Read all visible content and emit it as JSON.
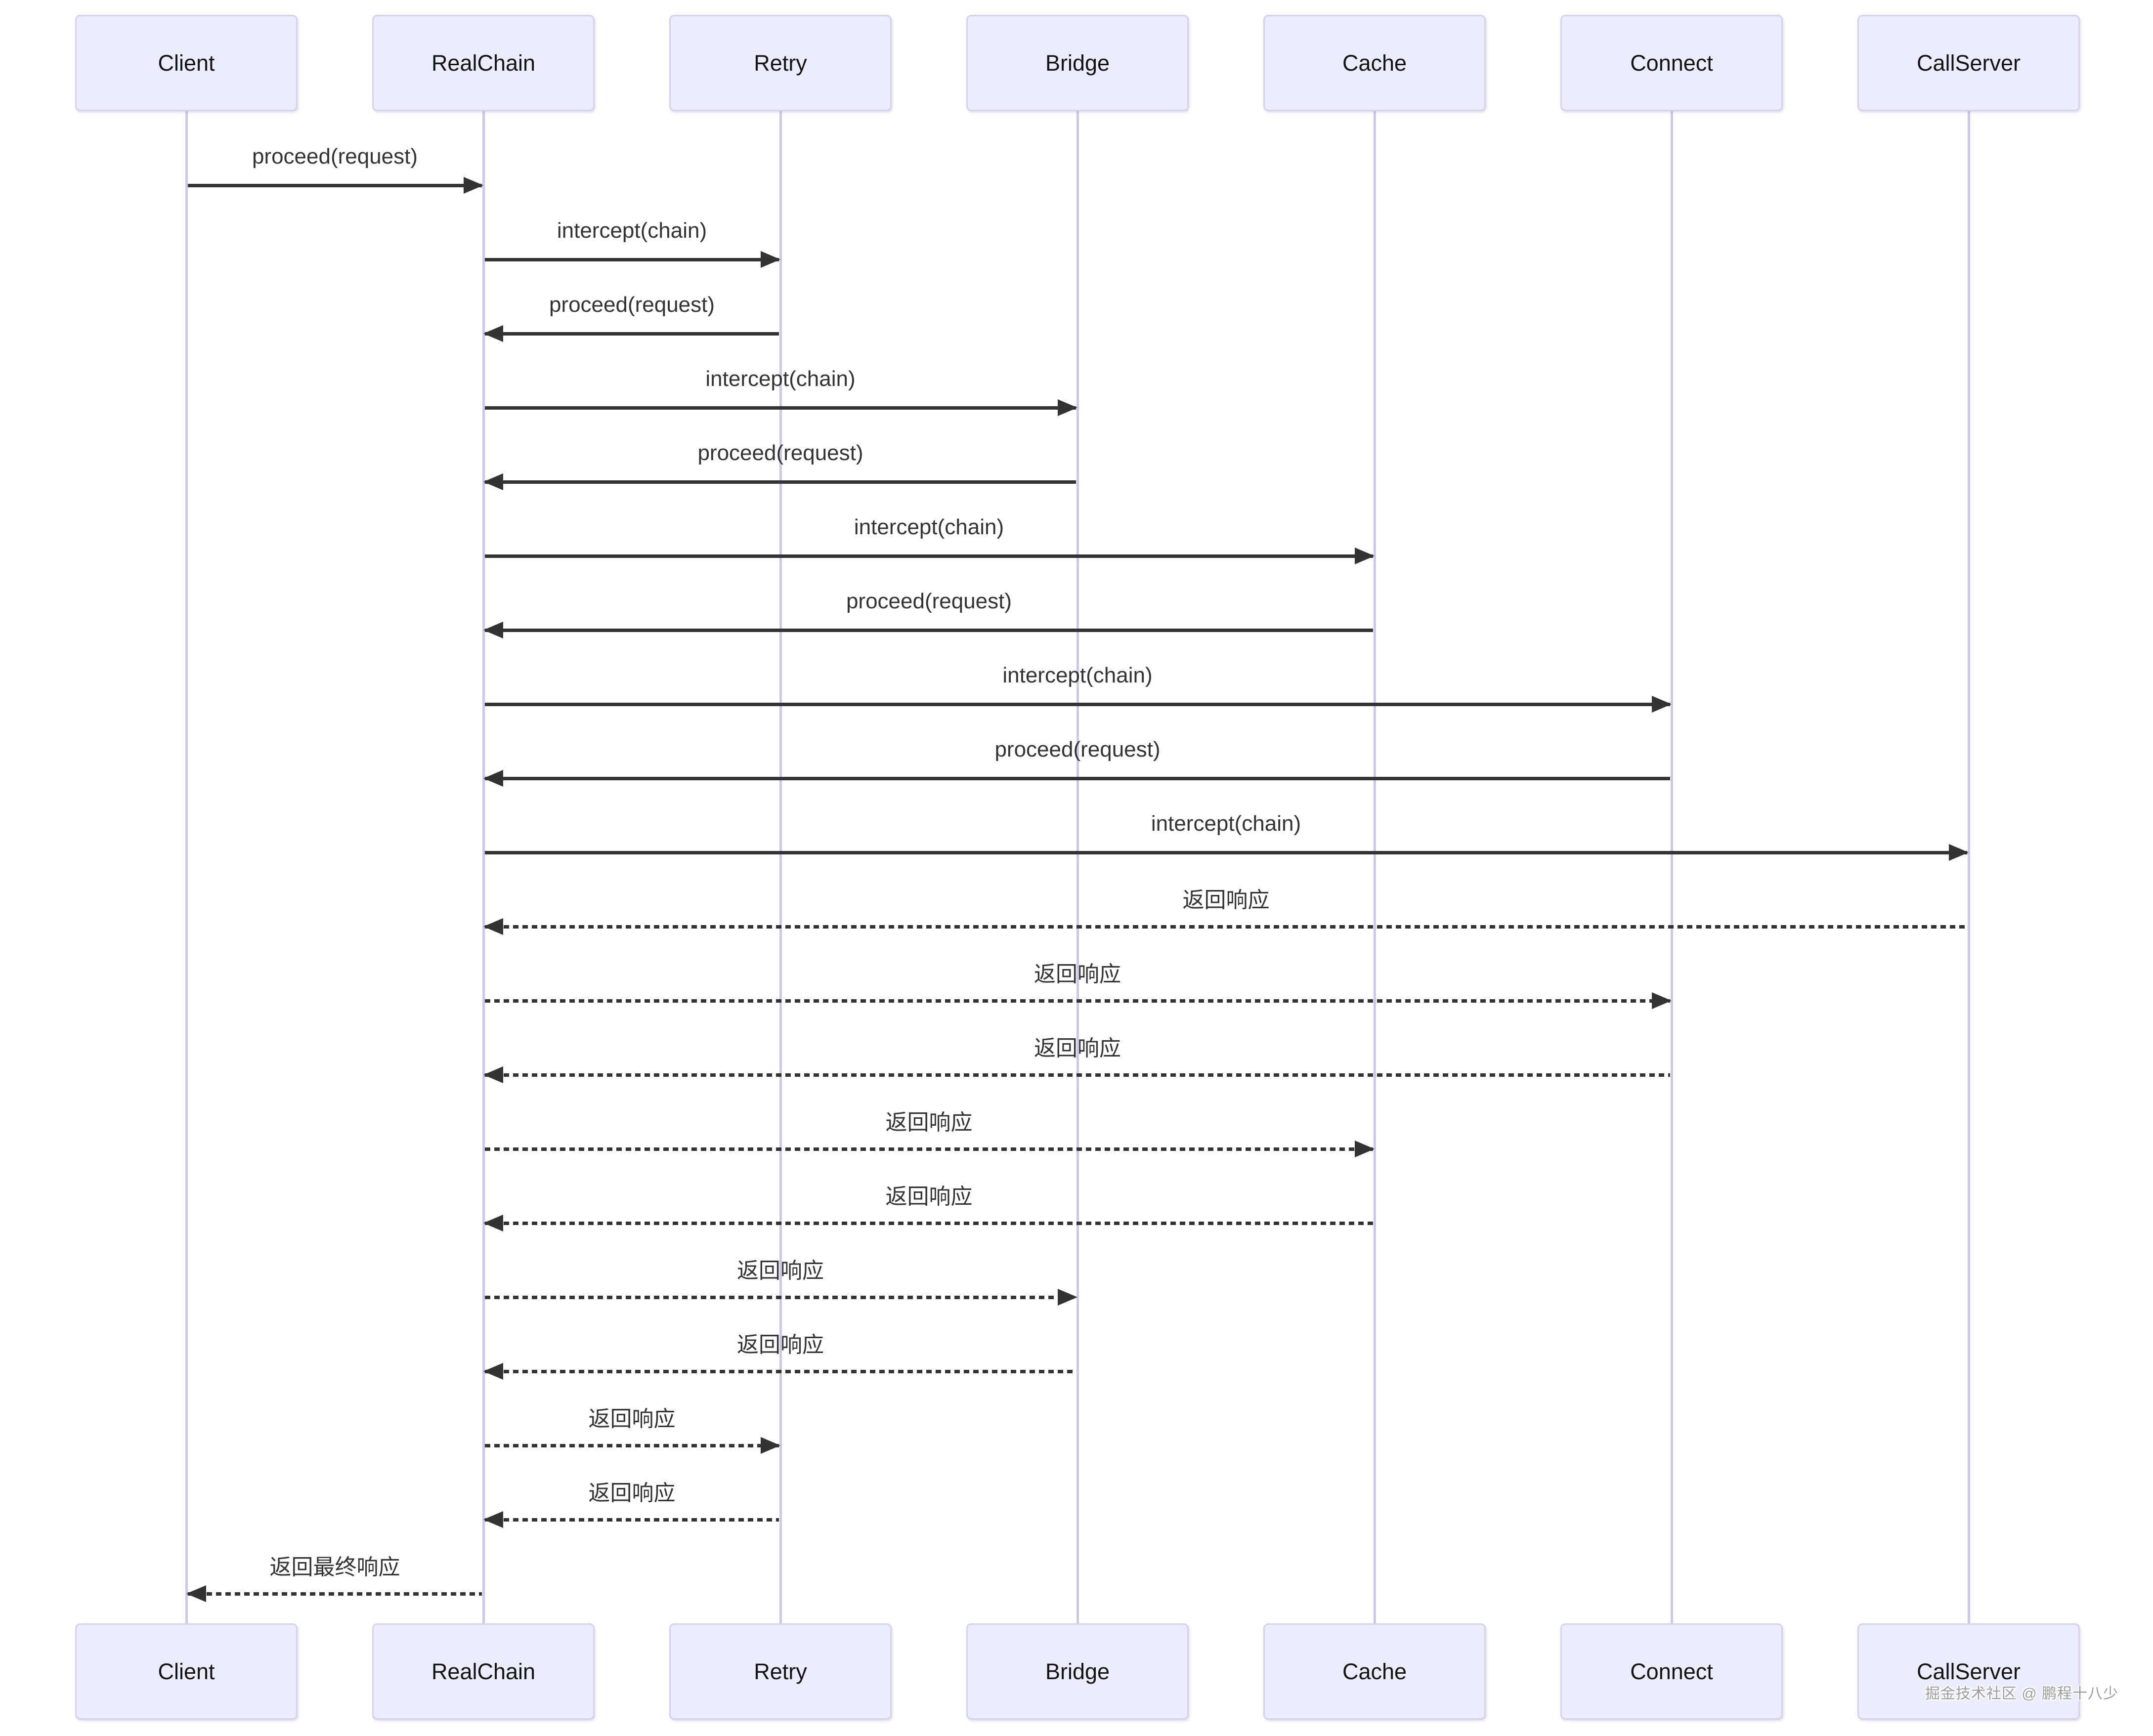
{
  "diagram": {
    "participants": [
      {
        "id": "client",
        "label": "Client"
      },
      {
        "id": "realchain",
        "label": "RealChain"
      },
      {
        "id": "retry",
        "label": "Retry"
      },
      {
        "id": "bridge",
        "label": "Bridge"
      },
      {
        "id": "cache",
        "label": "Cache"
      },
      {
        "id": "connect",
        "label": "Connect"
      },
      {
        "id": "callserver",
        "label": "CallServer"
      }
    ],
    "messages": [
      {
        "from": "Client",
        "to": "RealChain",
        "label": "proceed(request)",
        "line": "solid"
      },
      {
        "from": "RealChain",
        "to": "Retry",
        "label": "intercept(chain)",
        "line": "solid"
      },
      {
        "from": "Retry",
        "to": "RealChain",
        "label": "proceed(request)",
        "line": "solid"
      },
      {
        "from": "RealChain",
        "to": "Bridge",
        "label": "intercept(chain)",
        "line": "solid"
      },
      {
        "from": "Bridge",
        "to": "RealChain",
        "label": "proceed(request)",
        "line": "solid"
      },
      {
        "from": "RealChain",
        "to": "Cache",
        "label": "intercept(chain)",
        "line": "solid"
      },
      {
        "from": "Cache",
        "to": "RealChain",
        "label": "proceed(request)",
        "line": "solid"
      },
      {
        "from": "RealChain",
        "to": "Connect",
        "label": "intercept(chain)",
        "line": "solid"
      },
      {
        "from": "Connect",
        "to": "RealChain",
        "label": "proceed(request)",
        "line": "solid"
      },
      {
        "from": "RealChain",
        "to": "CallServer",
        "label": "intercept(chain)",
        "line": "solid"
      },
      {
        "from": "CallServer",
        "to": "RealChain",
        "label": "返回响应",
        "line": "dashed"
      },
      {
        "from": "RealChain",
        "to": "Connect",
        "label": "返回响应",
        "line": "dashed"
      },
      {
        "from": "Connect",
        "to": "RealChain",
        "label": "返回响应",
        "line": "dashed"
      },
      {
        "from": "RealChain",
        "to": "Cache",
        "label": "返回响应",
        "line": "dashed"
      },
      {
        "from": "Cache",
        "to": "RealChain",
        "label": "返回响应",
        "line": "dashed"
      },
      {
        "from": "RealChain",
        "to": "Bridge",
        "label": "返回响应",
        "line": "dashed"
      },
      {
        "from": "Bridge",
        "to": "RealChain",
        "label": "返回响应",
        "line": "dashed"
      },
      {
        "from": "RealChain",
        "to": "Retry",
        "label": "返回响应",
        "line": "dashed"
      },
      {
        "from": "Retry",
        "to": "RealChain",
        "label": "返回响应",
        "line": "dashed"
      },
      {
        "from": "RealChain",
        "to": "Client",
        "label": "返回最终响应",
        "line": "dashed"
      }
    ],
    "watermark": "掘金技术社区 @ 鹏程十八少",
    "colors": {
      "actor_fill": "#ececff",
      "actor_border": "#d7d1ee",
      "lifeline": "#cfc7e9",
      "arrow": "#333333",
      "text": "#333333",
      "watermark": "#9b9b9b"
    }
  }
}
